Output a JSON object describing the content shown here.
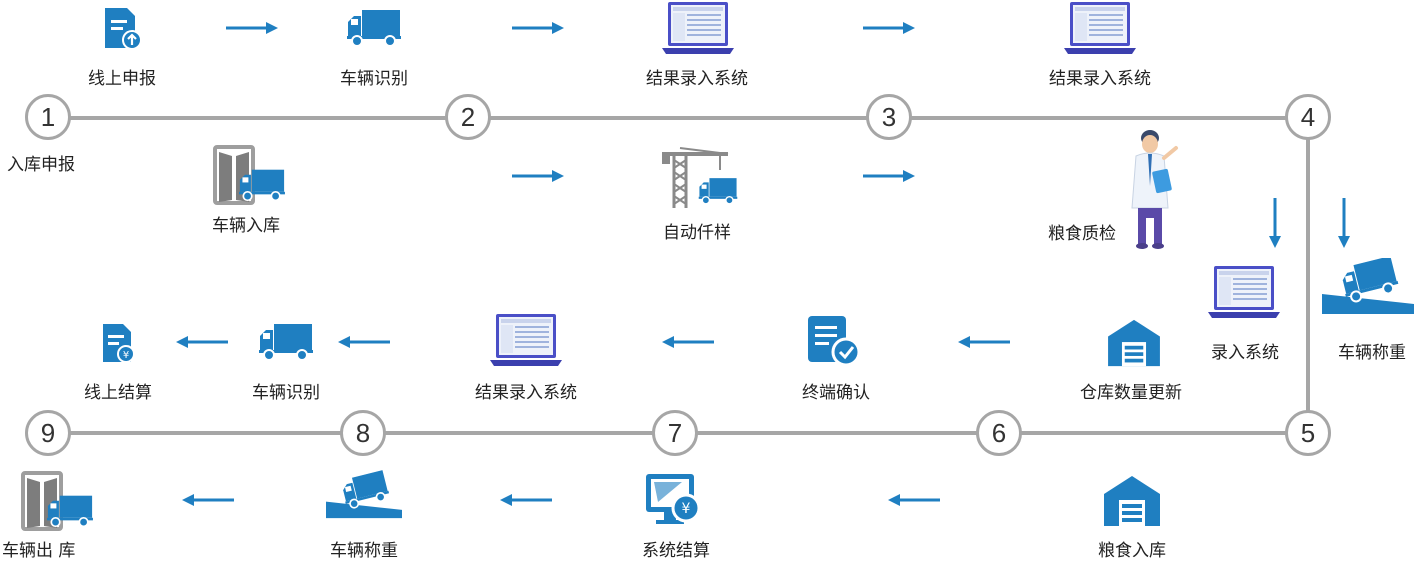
{
  "colors": {
    "line": "#a6a6a6",
    "accent": "#1f7fc1",
    "laptop": "#4a4fc7"
  },
  "nodes": [
    "1",
    "2",
    "3",
    "4",
    "5",
    "6",
    "7",
    "8",
    "9"
  ],
  "labels": {
    "online_declare": "线上申报",
    "vehicle_recog_top": "车辆识别",
    "result_entry_1": "结果录入系统",
    "result_entry_2": "结果录入系统",
    "inbound_declare": "入库申报",
    "vehicle_inbound": "车辆入库",
    "auto_sampling": "自动仟样",
    "grain_inspection": "粮食质检",
    "entry_system": "录入系统",
    "vehicle_weigh_right": "车辆称重",
    "online_settle": "线上结算",
    "vehicle_recog_bottom": "车辆识别",
    "result_entry_3": "结果录入系统",
    "terminal_confirm": "终端确认",
    "warehouse_update": "仓库数量更新",
    "vehicle_exit": "车辆出 库",
    "vehicle_weigh_bottom": "车辆称重",
    "system_settle": "系统结算",
    "grain_inbound": "粮食入库"
  },
  "icons": [
    "document-upload-icon",
    "truck-icon",
    "laptop-icon",
    "laptop-icon",
    "gate-truck-icon",
    "crane-truck-icon",
    "inspector-person-icon",
    "laptop-icon",
    "truck-scale-icon",
    "document-yuan-icon",
    "truck-icon",
    "laptop-icon",
    "checklist-icon",
    "warehouse-icon",
    "gate-truck-icon",
    "truck-scale-icon",
    "monitor-yuan-icon",
    "warehouse-icon"
  ]
}
